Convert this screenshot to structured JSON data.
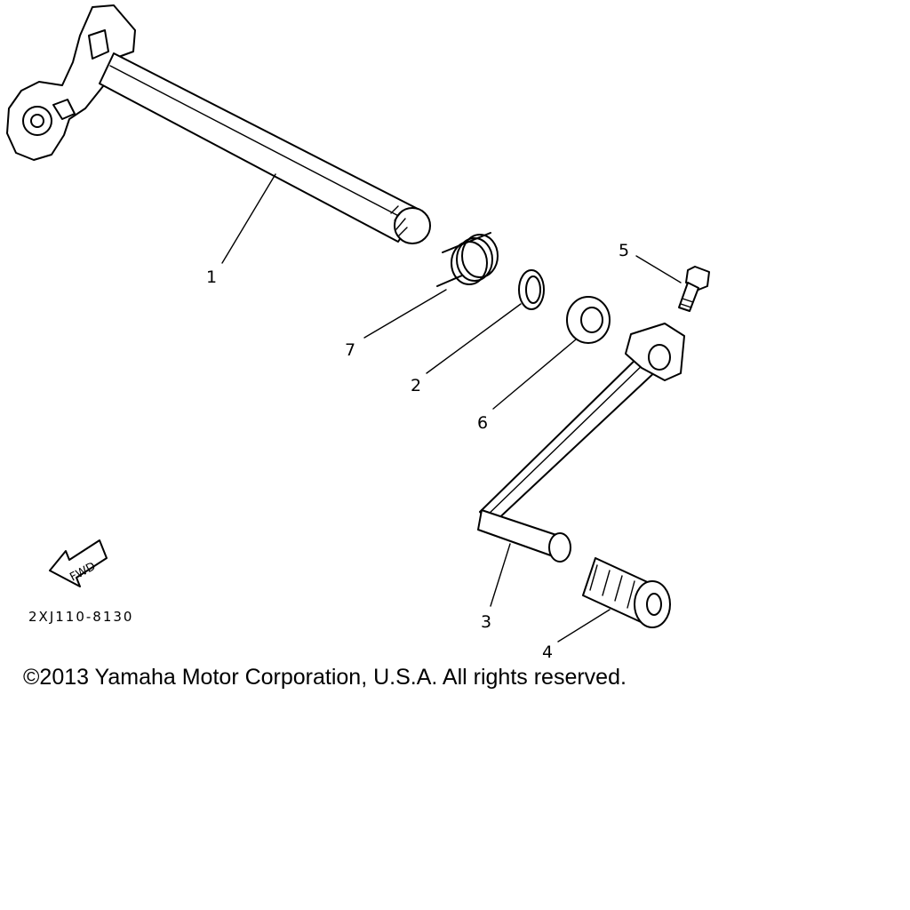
{
  "callouts": {
    "shaft": "1",
    "collar": "2",
    "pedal_arm": "3",
    "rubber": "4",
    "bolt": "5",
    "seal": "6",
    "spring": "7"
  },
  "fwd_label": "FWD",
  "diagram_code": "2XJ110-8130",
  "copyright": "©2013 Yamaha Motor Corporation, U.S.A. All rights reserved."
}
